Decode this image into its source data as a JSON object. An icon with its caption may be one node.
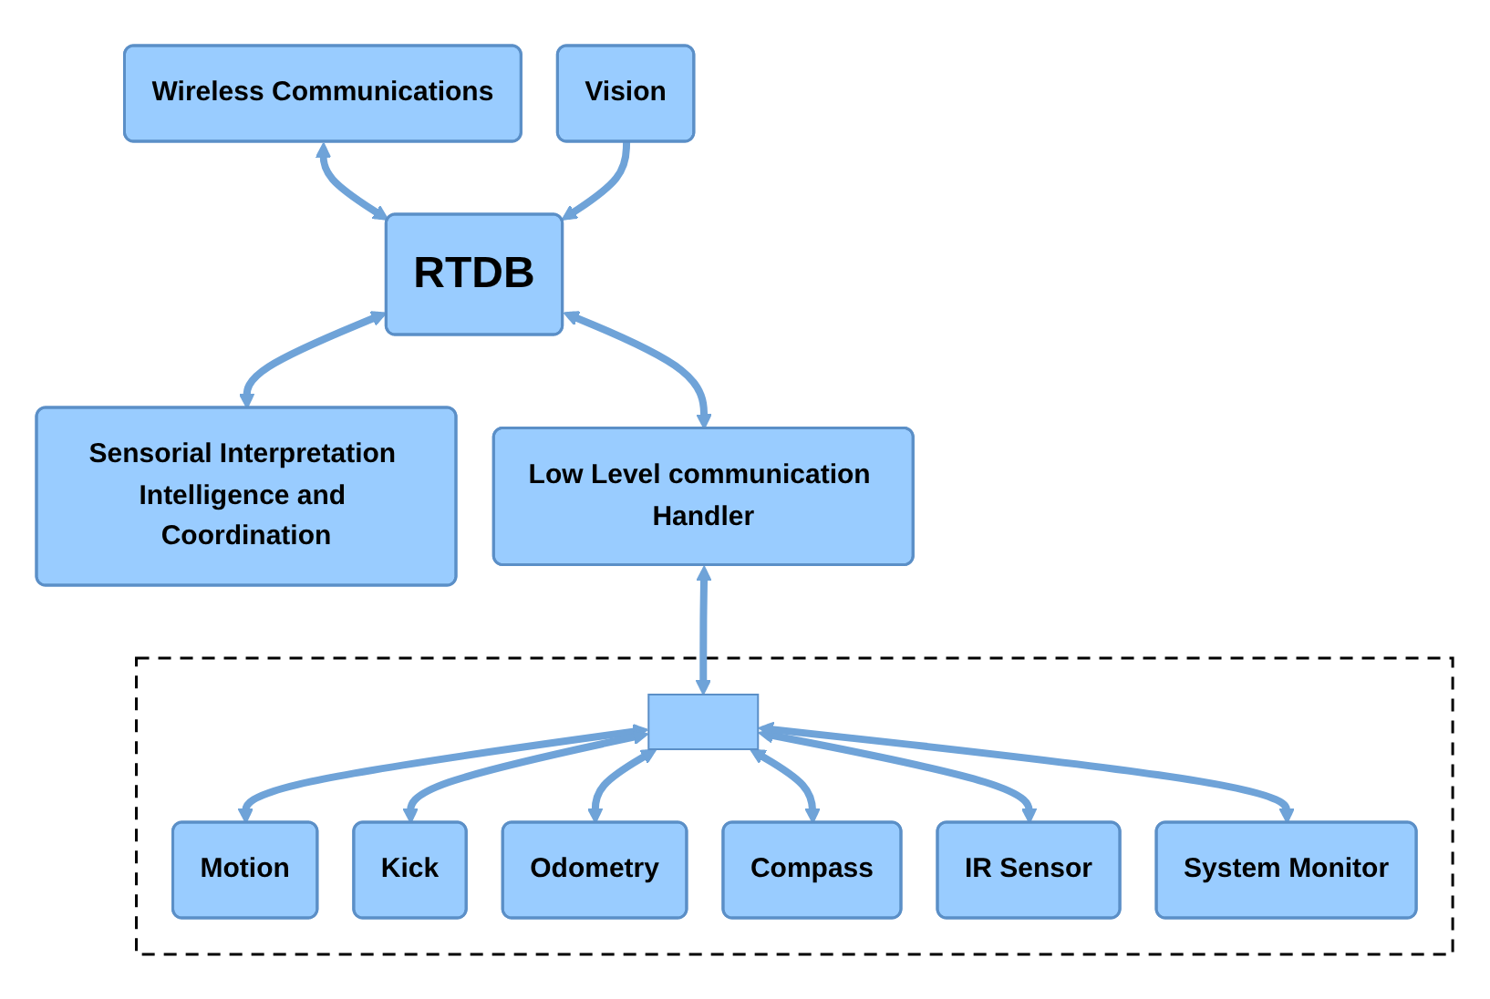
{
  "diagram": {
    "nodes": [
      {
        "text": [
          "Wireless Communications"
        ]
      },
      {
        "text": [
          "Vision"
        ]
      },
      {
        "text": [
          "RTDB"
        ]
      },
      {
        "text": [
          "Sensorial Interpretation Intelligence and Coordination"
        ]
      },
      {
        "text": [
          "Low Level communication Handler"
        ]
      },
      {
        "text": [],
        "shape": "box"
      },
      {
        "text": [],
        "shape": "bar",
        "in": 5
      },
      {
        "text": [
          "Motion"
        ],
        "in": 5
      },
      {
        "text": [
          "Kick"
        ],
        "in": 5
      },
      {
        "text": [
          "Odometry"
        ],
        "in": 5
      },
      {
        "text": [
          "Compass"
        ],
        "in": 5
      },
      {
        "text": [
          "IR Sensor"
        ],
        "in": 5
      },
      {
        "text": [
          "System Monitor"
        ],
        "in": 5
      }
    ],
    "edges": [
      {
        "from": 0,
        "to": 2,
        "arrow": "both"
      },
      {
        "from": 1,
        "to": 2,
        "arrow": "to"
      },
      {
        "from": 2,
        "to": 3,
        "arrow": "both"
      },
      {
        "from": 2,
        "to": 4,
        "arrow": "both"
      },
      {
        "from": 4,
        "to": 6,
        "arrow": "both"
      },
      {
        "from": 6,
        "to": 7,
        "arrow": "both"
      },
      {
        "from": 6,
        "to": 8,
        "arrow": "both"
      },
      {
        "from": 6,
        "to": 9,
        "arrow": "both"
      },
      {
        "from": 6,
        "to": 10,
        "arrow": "both"
      },
      {
        "from": 6,
        "to": 11,
        "arrow": "both"
      },
      {
        "from": 6,
        "to": 12,
        "arrow": "both"
      }
    ]
  }
}
